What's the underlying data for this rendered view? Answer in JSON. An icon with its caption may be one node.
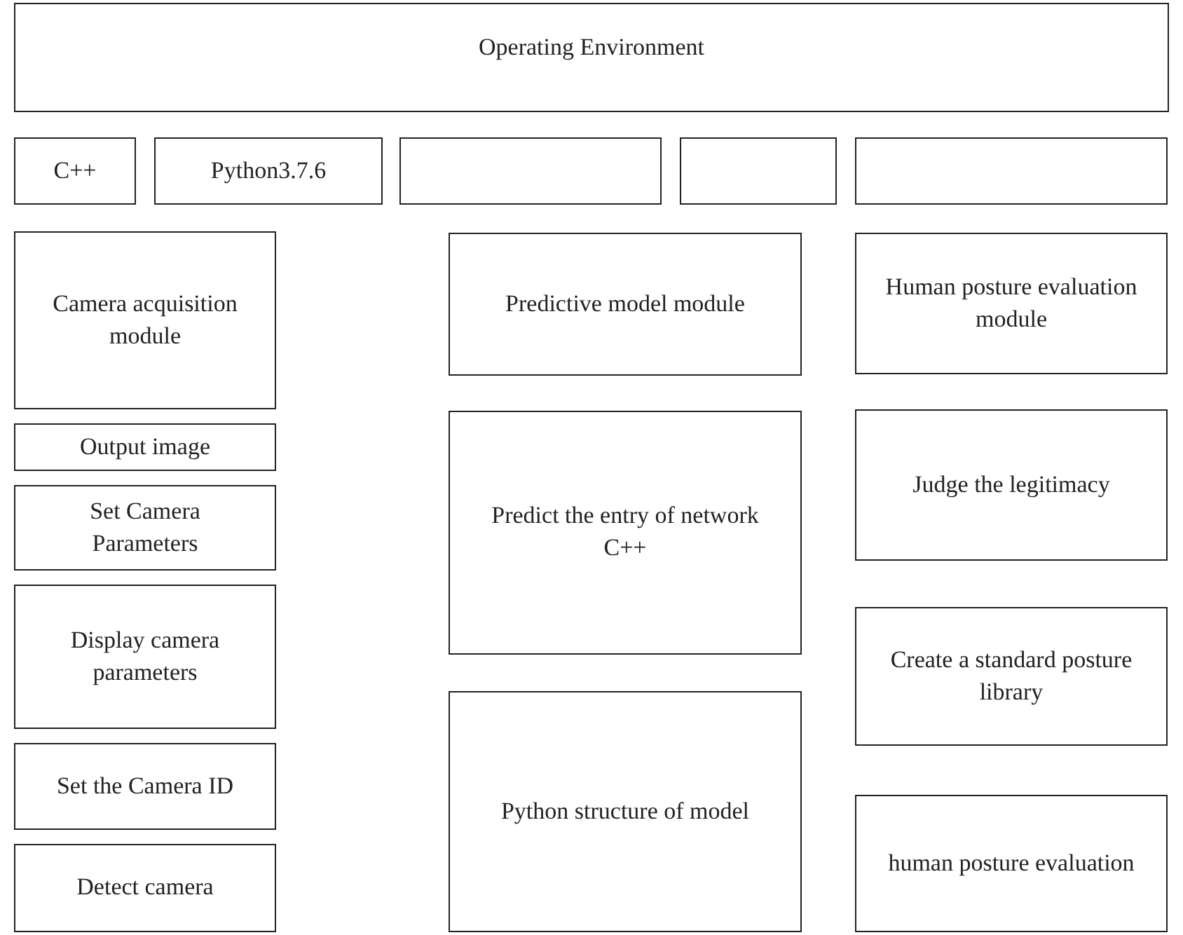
{
  "diagram": {
    "nodes": [
      {
        "text": [
          "Operating Environment"
        ]
      },
      {
        "text": [
          "C++"
        ]
      },
      {
        "text": [
          "Python3.7.6"
        ]
      },
      {
        "text": [],
        "shape": "box"
      },
      {
        "text": [],
        "shape": "box"
      },
      {
        "text": [],
        "shape": "box"
      },
      {
        "text": [
          "Camera acquisition module"
        ]
      },
      {
        "text": [
          "Output image"
        ]
      },
      {
        "text": [
          "Set Camera Parameters"
        ]
      },
      {
        "text": [
          "Display camera parameters"
        ]
      },
      {
        "text": [
          "Set the Camera ID"
        ]
      },
      {
        "text": [
          "Detect camera"
        ]
      },
      {
        "text": [
          "Predictive model module"
        ]
      },
      {
        "text": [
          "Predict the entry of network C++"
        ]
      },
      {
        "text": [
          "Python structure of model"
        ]
      },
      {
        "text": [
          "Human posture evaluation module"
        ]
      },
      {
        "text": [
          "Judge the legitimacy"
        ]
      },
      {
        "text": [
          "Create a standard posture library"
        ]
      },
      {
        "text": [
          "human posture evaluation"
        ]
      }
    ],
    "edges": []
  }
}
